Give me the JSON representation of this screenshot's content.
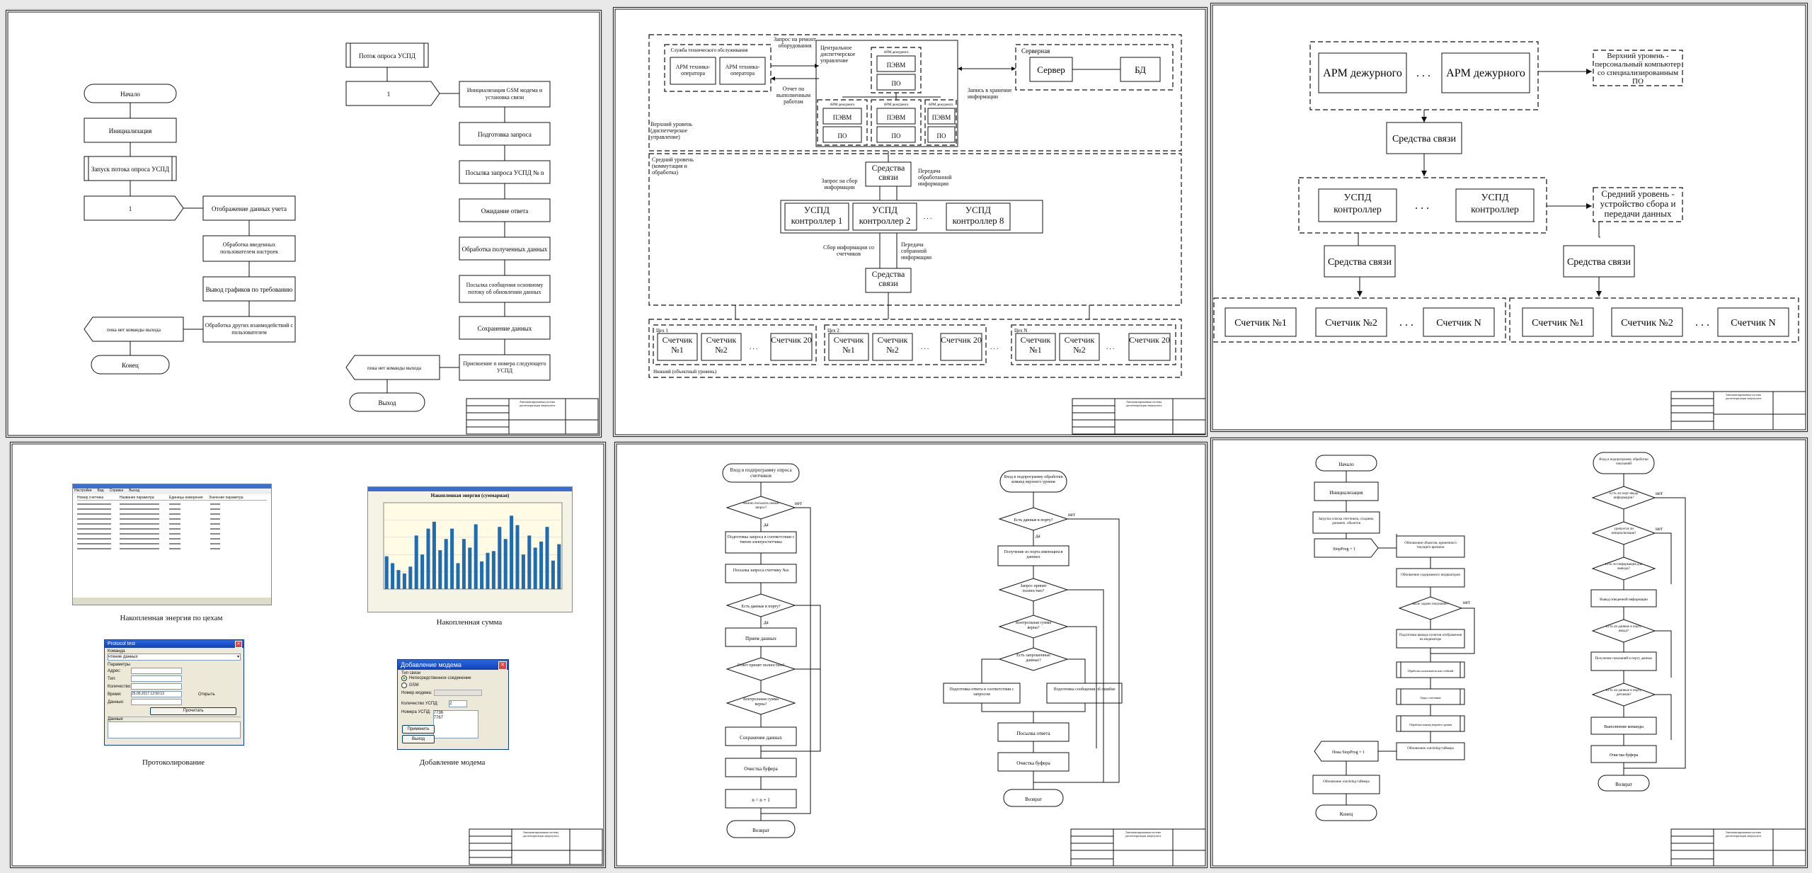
{
  "sheet1": {
    "start": "Начало",
    "init": "Инициализация",
    "launch": "Запуск потока опроса УСПД",
    "one": "1",
    "show": "Отображение данных учета",
    "process_settings": "Обработка введенных пользователем настроек",
    "graphs": "Вывод графиков по требованию",
    "other": "Обработка других взаимодействий с пользователем",
    "loop": "пока нет команды выхода",
    "end": "Конец",
    "thread": "Поток опроса УСПД",
    "t_one": "1",
    "gsm": "Инициализация GSM модема и установка связи",
    "prep": "Подготовка запроса",
    "send": "Посылка запроса УСПД № n",
    "wait": "Ожидание ответа",
    "proc": "Обработка полученных данных",
    "msg": "Посылка сообщения основному потоку об обновлении данных",
    "save": "Сохранение данных",
    "assign": "Присвоение n номера следующего УСПД",
    "t_loop": "пока нет команды выхода",
    "exit": "Выход",
    "stamp": "Автоматизированная система диспетчеризации энергоучета"
  },
  "sheet2": {
    "service": "Служба технического обслуживания",
    "arm1": "АРМ техника-оператора",
    "arm2": "АРМ техника-оператора",
    "repair_req": "Запрос на ремонт оборудования",
    "report": "Отчет по выполненным работам",
    "central": "Центральное диспетчерское управление",
    "arm_duty": "АРМ дежурного",
    "pc": "ПЭВМ",
    "po": "ПО",
    "server_room": "Серверная",
    "server": "Сервер",
    "db": "БД",
    "write": "Запись в хранение информации",
    "top": "Верхний уровень (диспетчерское управление)",
    "middle": "Средний уровень (коммутация и обработка)",
    "comm": "Средства связи",
    "collect_req": "Запрос на сбор информации",
    "send_proc": "Передача обработанной информации",
    "uspd1": "УСПД контроллер 1",
    "uspd2": "УСПД контроллер 2",
    "uspd8": "УСПД контроллер 8",
    "collect": "Сбор информации со счетчиков",
    "send_collected": "Передача собранной информации",
    "shop1": "Цех 1",
    "shop2": "Цех 2",
    "shopn": "Цех N",
    "m1": "Счетчик №1",
    "m2": "Счетчик №2",
    "m20": "Счетчик 20",
    "bottom": "Нижний (объектный уровень)",
    "stamp": "Автоматизированная система диспетчеризации энергоучета"
  },
  "sheet3": {
    "arm": "АРМ дежурного",
    "dots": ". . .",
    "top": "Верхний уровень - персональный компьютер со специализированным ПО",
    "comm": "Средства связи",
    "uspd": "УСПД контроллер",
    "middle": "Средний уровень - устройство сбора и передачи данных",
    "m1": "Счетчик №1",
    "m2": "Счетчик №2",
    "mn": "Счетчик N",
    "stamp": "Автоматизированная система диспетчеризации энергоучета"
  },
  "sheet4": {
    "win1_menu": [
      "Настройки",
      "Вид",
      "Справка",
      "Выход"
    ],
    "win1_cols": [
      "Номер счетчика",
      "Название параметра",
      "Единицы измерения",
      "Значение параметра"
    ],
    "cap1": "Накопленная энергия по цехам",
    "chart_title": "Накопленная энергия (суммарная)",
    "cap2": "Накопленная сумма",
    "proto_title": "Protocol test",
    "proto_cmd": "Команда",
    "proto_cmd_val": "чтение данных",
    "proto_params": "Параметры",
    "proto_addr": "Адрес:",
    "proto_type": "Тип:",
    "proto_count": "Количество:",
    "proto_time": "Время:",
    "proto_time_val": "25.05.2017 12:50:13",
    "proto_data": "Данные:",
    "proto_read": "Прочитать",
    "proto_data2": "Данные",
    "proto_open": "Открыть",
    "cap3": "Протоколирование",
    "modem_title": "Добавление модема",
    "modem_conn": "Тип связи",
    "modem_direct": "Непосредственное соединение",
    "modem_gsm": "GSM",
    "modem_num": "Номер модема:",
    "modem_count": "Количество УСПД:",
    "modem_count_val": "2",
    "modem_uspd": "Номера УСПД:",
    "modem_uspd_val": "7736\n7767",
    "modem_apply": "Применить",
    "modem_exit": "Выход",
    "cap4": "Добавление модема",
    "stamp": "Автоматизированная система диспетчеризации энергоучета"
  },
  "chart_data": {
    "type": "bar",
    "title": "Накопленная энергия (суммарная)",
    "values": [
      38,
      30,
      22,
      18,
      26,
      62,
      40,
      70,
      78,
      45,
      58,
      70,
      30,
      58,
      48,
      75,
      32,
      42,
      44,
      72,
      58,
      85,
      74,
      40,
      62,
      48,
      55,
      72,
      33,
      52
    ],
    "ylim": [
      0,
      100
    ],
    "grid": true
  },
  "sheet5": {
    "entry": "Вход в подпрограмму опроса счетчиков",
    "q1": "Можно посылать новый запрос?",
    "prep": "Подготовка запроса в соответствии с типом электросчетчика",
    "send": "Посылка запроса счетчику №n",
    "q2": "Есть данные в порту?",
    "recv": "Прием данных",
    "q3": "Ответ принят полностью?",
    "q4": "Контрольная сумма верна?",
    "save": "Сохранение данных",
    "clear": "Очистка буфера",
    "inc": "n = n + 1",
    "ret": "Возврат",
    "entry2": "Вход в подпрограмму обработки команд верхнего уровня",
    "r1": "Есть данные в порту?",
    "r_recv": "Получение из порта имеющихся данных",
    "r2": "Запрос принят полностью?",
    "r3": "Контрольная сумма верна?",
    "r4": "Есть запрошенные данные?",
    "r_prep": "Подготовка ответа в соответствии с запросом",
    "r_err": "Подготовка сообщения об ошибке",
    "r_send": "Посылка ответа",
    "r_clear": "Очистка буфера",
    "r_ret": "Возврат",
    "yes": "да",
    "no": "нет",
    "stamp": "Автоматизированная система диспетчеризации энергоучета"
  },
  "sheet6": {
    "start": "Начало",
    "init": "Инициализация",
    "load": "Загрузка списка счетчиков, создание, динамич. объектов",
    "loop": "StopProg = 1",
    "upd_obj": "Обновление объектов, временного текущего времени",
    "upd_ind": "Обновление содержимого индикаторов",
    "q_out": "Было задано показание?",
    "set_ind": "Подготовка вывода пунктов отображения на индикаторе",
    "small1": "Обработка пользовательских событий",
    "small2": "Опрос счетчиков",
    "small3": "Обработка команд верхнего уровня",
    "watchdog": "Обновление watchdog-таймера",
    "until": "Пока StopProg = 1",
    "watchdog2": "Обновление watchdog-таймера",
    "end": "Конец",
    "entry": "Вход в подпрограмму обработки показаний",
    "p1": "Есть ли порт ввода информации?",
    "p2": "Требуется ли инициализация?",
    "p3": "Есть ли информация для вывода?",
    "p_out": "Вывод отведенной информации",
    "p4": "Есть ли данные в порту ввода?",
    "p_recv": "Получение показаний в порту данных",
    "p5": "Есть ли данные в порту датчиков?",
    "p_exec": "Выполнение команды",
    "p_clear": "Очистка буфера",
    "p_ret": "Возврат",
    "yes": "да",
    "no": "нет",
    "stamp": "Автоматизированная система диспетчеризации энергоучета"
  }
}
